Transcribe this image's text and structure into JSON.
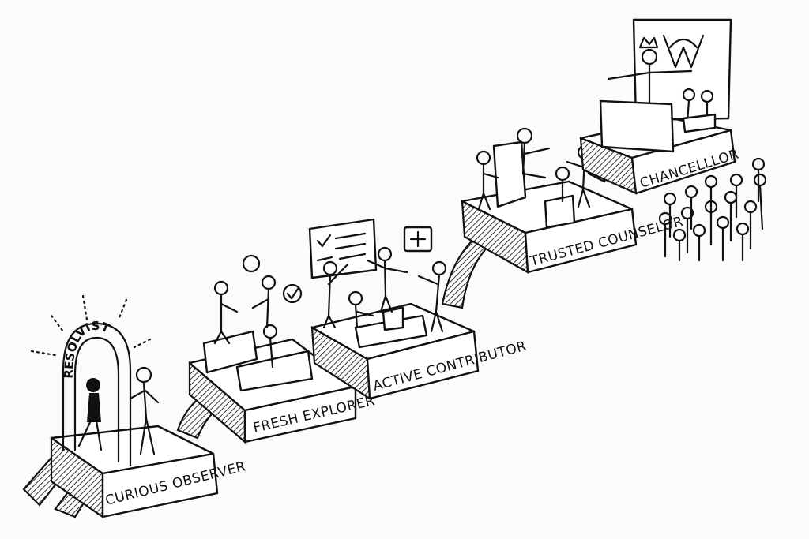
{
  "illustration": {
    "arch_text": "RESOLVIST",
    "stages": [
      {
        "label": "CURIOUS OBSERVER"
      },
      {
        "label": "FRESH EXPLORER"
      },
      {
        "label": "ACTIVE CONTRIBUTOR"
      },
      {
        "label": "TRUSTED COUNSELOR"
      },
      {
        "label": "CHANCELLLOR"
      }
    ]
  }
}
